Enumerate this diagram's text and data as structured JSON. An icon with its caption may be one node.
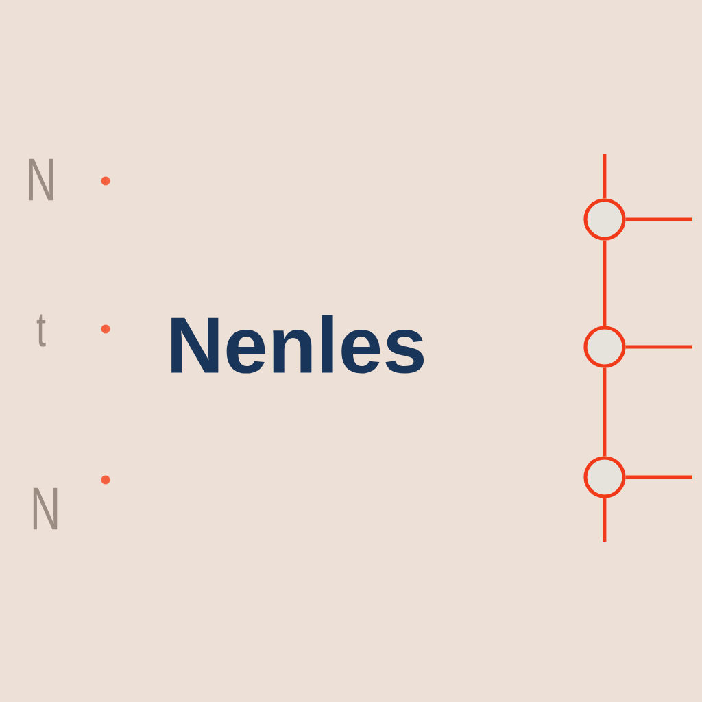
{
  "diagram": {
    "title": "Nenles",
    "nodes": [
      {
        "text": [],
        "shape": "circle"
      },
      {
        "text": [],
        "shape": "circle"
      },
      {
        "text": [],
        "shape": "circle"
      }
    ],
    "edges": [
      {
        "from": null,
        "to": 0,
        "arrow": "none"
      },
      {
        "from": 0,
        "to": 1,
        "arrow": "none"
      },
      {
        "from": 1,
        "to": 2,
        "arrow": "none"
      },
      {
        "from": 2,
        "to": null,
        "arrow": "none"
      },
      {
        "from": 0,
        "to": null,
        "arrow": "none"
      },
      {
        "from": 1,
        "to": null,
        "arrow": "none"
      },
      {
        "from": 2,
        "to": null,
        "arrow": "none"
      }
    ],
    "labels": [
      "N",
      "t",
      "N"
    ]
  }
}
